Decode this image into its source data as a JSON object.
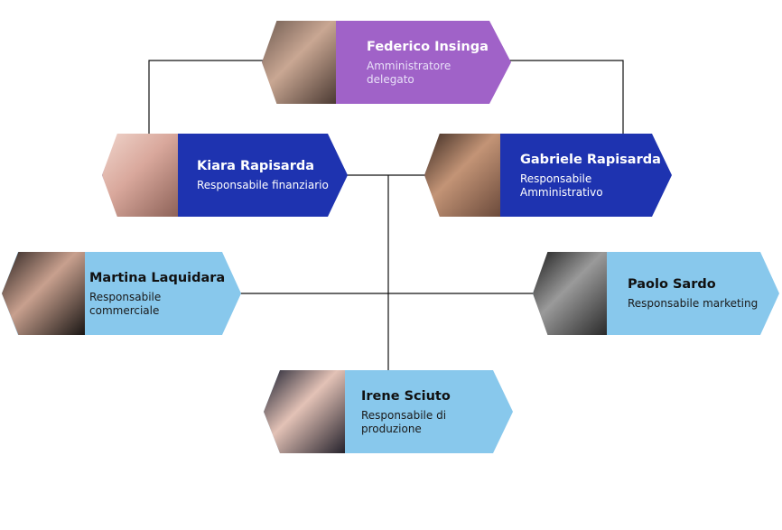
{
  "colors": {
    "ceo": "#a062c8",
    "manager": "#1e33b0",
    "staff": "#88c8ec",
    "line": "#111111"
  },
  "people": {
    "federico": {
      "name": "Federico Insinga",
      "role": "Amministratore delegato",
      "photo_icon": "person-portrait-icon"
    },
    "kiara": {
      "name": "Kiara Rapisarda",
      "role": "Responsabile finanziario",
      "photo_icon": "person-portrait-icon"
    },
    "gabriele": {
      "name": "Gabriele Rapisarda",
      "role": "Responsabile Amministrativo",
      "photo_icon": "person-portrait-icon"
    },
    "martina": {
      "name": "Martina Laquidara",
      "role": "Responsabile commerciale",
      "photo_icon": "person-portrait-icon"
    },
    "paolo": {
      "name": "Paolo Sardo",
      "role": "Responsabile marketing",
      "photo_icon": "person-portrait-icon"
    },
    "irene": {
      "name": "Irene Sciuto",
      "role": "Responsabile di produzione",
      "photo_icon": "person-portrait-icon"
    }
  }
}
